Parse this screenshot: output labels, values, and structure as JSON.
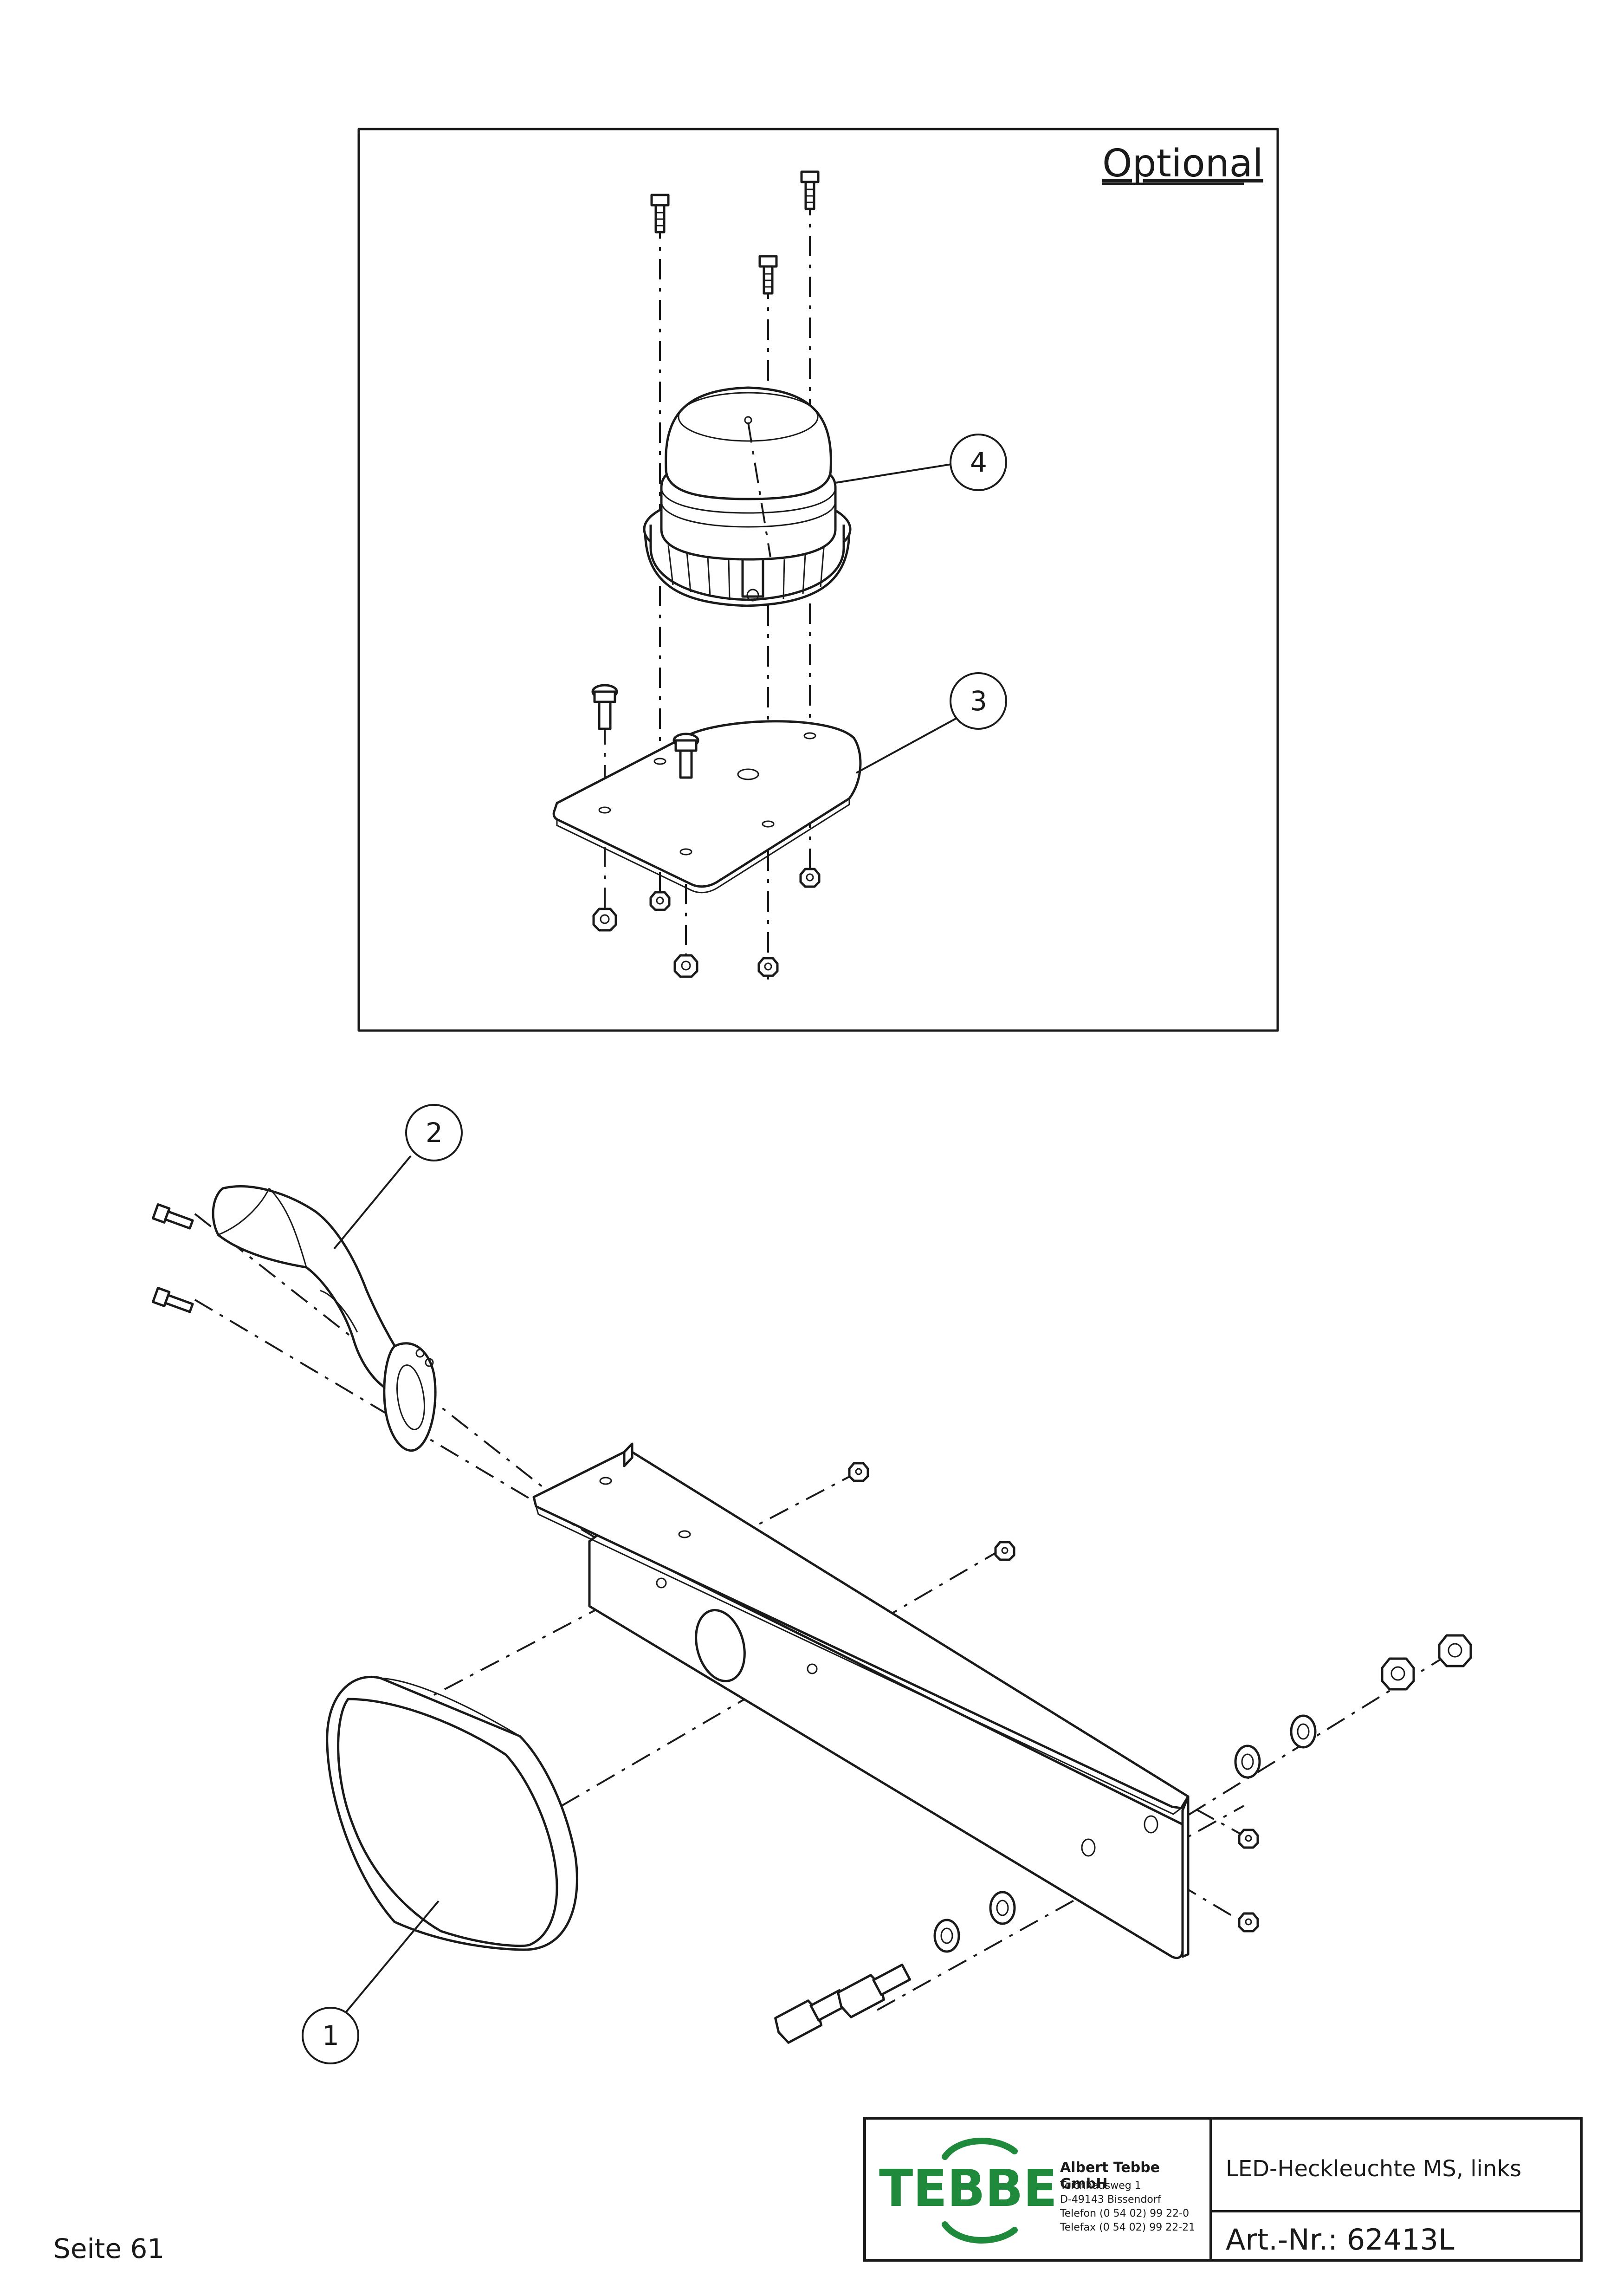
{
  "drawing": {
    "optional_label": "Optional",
    "callouts": [
      "1",
      "2",
      "3",
      "4"
    ]
  },
  "title_block": {
    "logo_text": "TEBBE",
    "company": "Albert Tebbe GmbH",
    "address_lines": [
      "Teichhausweg 1",
      "D-49143 Bissendorf",
      "Telefon (0 54 02) 99 22-0",
      "Telefax (0 54 02) 99 22-21"
    ],
    "product_title": "LED-Heckleuchte MS, links",
    "article_number": "Art.-Nr.: 62413L",
    "colors": {
      "logo_green": "#1f8a3b",
      "line": "#1a1a1a"
    }
  },
  "page_number": "Seite 61"
}
